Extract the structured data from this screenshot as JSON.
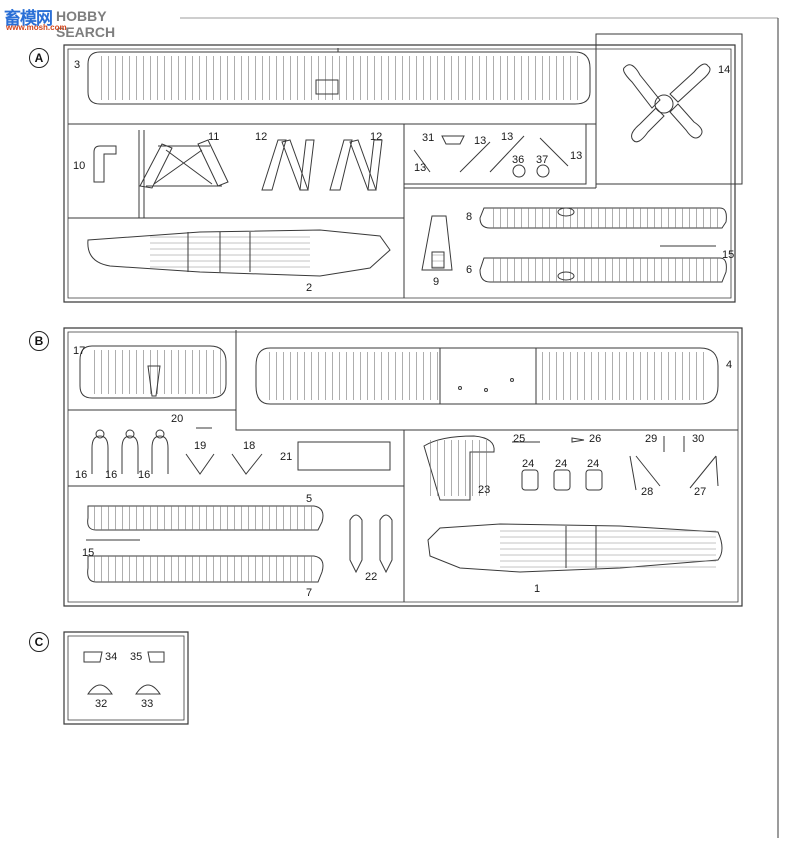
{
  "watermark": {
    "brand_cn": "畜模网",
    "brand_en": "HOBBY SEARCH",
    "url": "www.mosh.com"
  },
  "sprues": [
    {
      "letter": "A",
      "part_numbers": [
        "3",
        "14",
        "11",
        "12",
        "12",
        "10",
        "31",
        "13",
        "13",
        "13",
        "13",
        "36",
        "37",
        "8",
        "15",
        "6",
        "9",
        "2"
      ]
    },
    {
      "letter": "B",
      "part_numbers": [
        "17",
        "4",
        "20",
        "19",
        "18",
        "21",
        "16",
        "16",
        "16",
        "25",
        "26",
        "29",
        "30",
        "24",
        "24",
        "24",
        "28",
        "27",
        "23",
        "5",
        "15",
        "22",
        "7",
        "1"
      ]
    },
    {
      "letter": "C",
      "part_numbers": [
        "34",
        "35",
        "32",
        "33"
      ]
    }
  ],
  "colors": {
    "line": "#3a3a3a",
    "paper": "#ffffff",
    "wm_blue": "#2a6fd6",
    "wm_gray": "#7e7e7e",
    "wm_orange": "#d2461d"
  }
}
